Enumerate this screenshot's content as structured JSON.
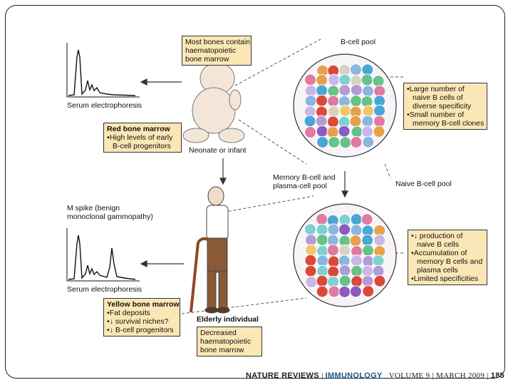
{
  "labels": {
    "b_cell_pool": "B-cell pool",
    "serum_electrophoresis_top": "Serum electrophoresis",
    "neonate": "Neonate or infant",
    "memory_pool_l1": "Memory B-cell and",
    "memory_pool_l2": "plasma-cell pool",
    "naive_pool": "Naive B-cell pool",
    "mspike_l1": "M spike (benign",
    "mspike_l2": "monoclonal gammopathy)",
    "serum_electrophoresis_bottom": "Serum electrophoresis",
    "elderly": "Elderly individual"
  },
  "boxes": {
    "most_bones": [
      "Most bones contain",
      "haematopoietic",
      "bone marrow"
    ],
    "red_marrow": {
      "title": "Red bone marrow",
      "items": [
        "High levels of early",
        "B-cell progenitors"
      ]
    },
    "young_pool": {
      "items": [
        [
          "Large number of",
          "naive B cells of",
          "diverse specificity"
        ],
        [
          "Small number of",
          "memory B-cell clones"
        ]
      ]
    },
    "old_pool": {
      "items": [
        [
          "↓ production of",
          "naive B cells"
        ],
        [
          "Accumulation of",
          "memory B cells and",
          "plasma cells"
        ],
        [
          "Limited specificities"
        ]
      ]
    },
    "yellow_marrow": {
      "title": "Yellow bone marrow",
      "items": [
        "Fat deposits",
        "↓ survival niches?",
        "↓ B-cell progenitors"
      ]
    },
    "decreased": [
      "Decreased",
      "haematopoietic",
      "bone marrow"
    ]
  },
  "footer": {
    "publisher": "NATURE REVIEWS",
    "journal": "IMMUNOLOGY",
    "volume": "VOLUME 9",
    "date": "MARCH 2009",
    "page": "185"
  },
  "colors": {
    "box_fill": "#fbe7b6",
    "cells": [
      "#e8a04a",
      "#d94a3a",
      "#b39bd6",
      "#8a5cc2",
      "#67c18a",
      "#4aa6d8",
      "#7fd0d0",
      "#d9d2c0",
      "#e07aa0",
      "#f0c86a",
      "#c9b7e8",
      "#8ab7e0"
    ]
  }
}
